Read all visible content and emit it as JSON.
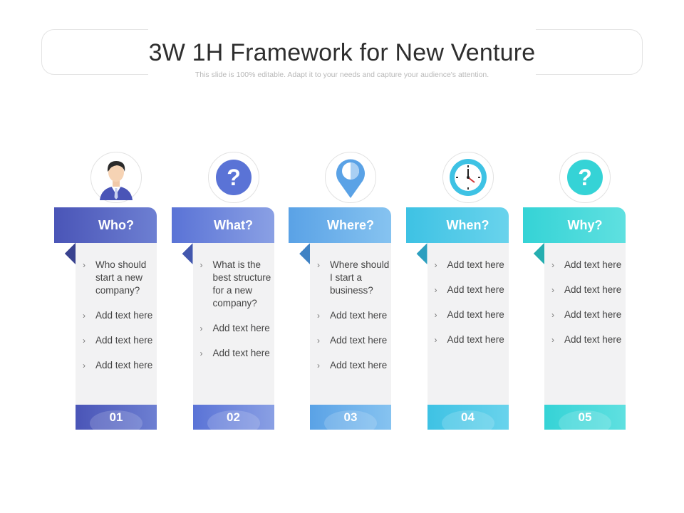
{
  "slide": {
    "title": "3W 1H Framework for New Venture",
    "subtitle": "This slide is 100% editable. Adapt it to your needs and capture your audience's attention."
  },
  "colors": {
    "who": "#4a55b7",
    "what": "#5a73d6",
    "where": "#5aa2e6",
    "when": "#3ec2e4",
    "why": "#35d3d6"
  },
  "columns": [
    {
      "key": "who",
      "icon": "person-avatar-icon",
      "heading": "Who?",
      "items": [
        "Who should start a new company?",
        "Add text here",
        "Add text here",
        "Add text here"
      ],
      "number": "01"
    },
    {
      "key": "what",
      "icon": "question-icon",
      "heading": "What?",
      "items": [
        "What is the best structure for a new company?",
        "Add text here",
        "Add text here"
      ],
      "number": "02"
    },
    {
      "key": "where",
      "icon": "location-pin-icon",
      "heading": "Where?",
      "items": [
        "Where should I start a business?",
        "Add text here",
        "Add text here",
        "Add text here"
      ],
      "number": "03"
    },
    {
      "key": "when",
      "icon": "clock-icon",
      "heading": "When?",
      "items": [
        "Add text here",
        "Add text here",
        "Add text here",
        "Add text here"
      ],
      "number": "04"
    },
    {
      "key": "why",
      "icon": "question-icon",
      "heading": "Why?",
      "items": [
        "Add text here",
        "Add text here",
        "Add text here",
        "Add text here"
      ],
      "number": "05"
    }
  ]
}
